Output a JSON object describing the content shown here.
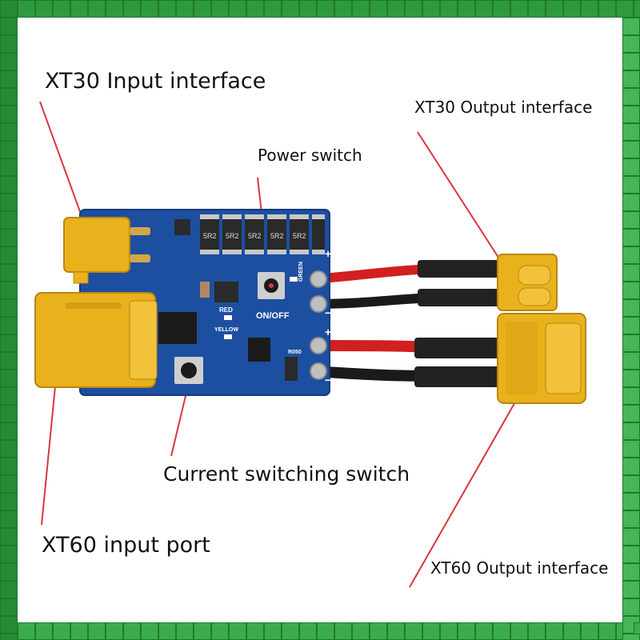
{
  "labels": {
    "xt30_input": "XT30 Input interface",
    "xt30_output": "XT30 Output interface",
    "power_switch": "Power switch",
    "current_switch": "Current switching switch",
    "xt60_input": "XT60 input port",
    "xt60_output": "XT60 Output interface"
  },
  "pcb_text": {
    "red": "RED",
    "yellow": "YELLOW",
    "on_off": "ON/OFF",
    "green": "GREEN",
    "r050": "R050",
    "resistor": "5R2",
    "plus": "+",
    "minus": "−"
  },
  "colors": {
    "frame_green": "#2e9a3e",
    "pcb_blue": "#1d4fa0",
    "connector_yellow": "#e9b21c",
    "wire_red": "#d21f1f",
    "wire_black": "#1a1a1a",
    "arrow_red": "#d9363e"
  }
}
